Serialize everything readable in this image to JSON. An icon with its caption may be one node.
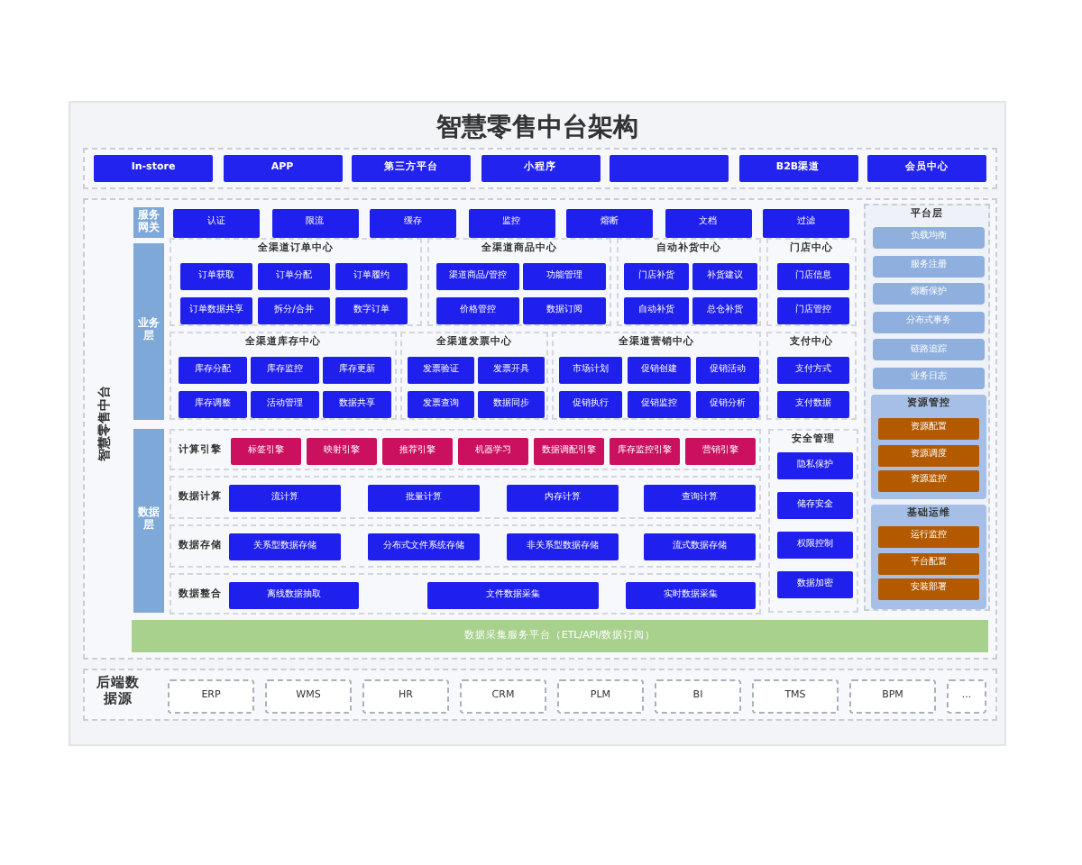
{
  "diagram": {
    "title": "智慧零售中台架构",
    "nodes": [
      {
        "text": [
          "In-store"
        ]
      },
      {
        "text": [
          "APP"
        ]
      },
      {
        "text": [
          "第三方平台"
        ]
      },
      {
        "text": [
          "小程序"
        ]
      },
      {
        "text": [],
        "shape": "box"
      },
      {
        "text": [
          "B2B渠道"
        ]
      },
      {
        "text": [
          "会员中心"
        ]
      },
      {
        "text": [
          "智慧零售中台"
        ]
      },
      {
        "text": [
          "服务网关"
        ],
        "in": 7
      },
      {
        "text": [
          "认证"
        ],
        "in": 7
      },
      {
        "text": [
          "限流"
        ],
        "in": 7
      },
      {
        "text": [
          "缓存"
        ],
        "in": 7
      },
      {
        "text": [
          "监控"
        ],
        "in": 7
      },
      {
        "text": [
          "熔断"
        ],
        "in": 7
      },
      {
        "text": [
          "文档"
        ],
        "in": 7
      },
      {
        "text": [
          "过滤"
        ],
        "in": 7
      },
      {
        "text": [
          "业务层"
        ],
        "in": 7
      },
      {
        "text": [
          "全渠道订单中心"
        ],
        "in": 7
      },
      {
        "text": [
          "订单获取"
        ],
        "in": 17
      },
      {
        "text": [
          "订单分配"
        ],
        "in": 17
      },
      {
        "text": [
          "订单履约"
        ],
        "in": 17
      },
      {
        "text": [
          "订单数据共享"
        ],
        "in": 17
      },
      {
        "text": [
          "拆分/合并"
        ],
        "in": 17
      },
      {
        "text": [
          "数字订单"
        ],
        "in": 17
      },
      {
        "text": [
          "全渠道商品中心"
        ],
        "in": 7
      },
      {
        "text": [
          "渠道商品/管控"
        ],
        "in": 24
      },
      {
        "text": [
          "功能管理"
        ],
        "in": 24
      },
      {
        "text": [
          "价格管控"
        ],
        "in": 24
      },
      {
        "text": [
          "数据订阅"
        ],
        "in": 24
      },
      {
        "text": [
          "自动补货中心"
        ],
        "in": 7
      },
      {
        "text": [
          "门店补货"
        ],
        "in": 29
      },
      {
        "text": [
          "补货建议"
        ],
        "in": 29
      },
      {
        "text": [
          "自动补货"
        ],
        "in": 29
      },
      {
        "text": [
          "总仓补货"
        ],
        "in": 29
      },
      {
        "text": [
          "门店中心"
        ],
        "in": 7
      },
      {
        "text": [
          "门店信息"
        ],
        "in": 34
      },
      {
        "text": [
          "门店管控"
        ],
        "in": 34
      },
      {
        "text": [
          "全渠道库存中心"
        ],
        "in": 7
      },
      {
        "text": [
          "库存分配"
        ],
        "in": 37
      },
      {
        "text": [
          "库存监控"
        ],
        "in": 37
      },
      {
        "text": [
          "库存更新"
        ],
        "in": 37
      },
      {
        "text": [
          "库存调整"
        ],
        "in": 37
      },
      {
        "text": [
          "活动管理"
        ],
        "in": 37
      },
      {
        "text": [
          "数据共享"
        ],
        "in": 37
      },
      {
        "text": [
          "全渠道发票中心"
        ],
        "in": 7
      },
      {
        "text": [
          "发票验证"
        ],
        "in": 44
      },
      {
        "text": [
          "发票开具"
        ],
        "in": 44
      },
      {
        "text": [
          "发票查询"
        ],
        "in": 44
      },
      {
        "text": [
          "数据同步"
        ],
        "in": 44
      },
      {
        "text": [
          "全渠道营销中心"
        ],
        "in": 7
      },
      {
        "text": [
          "市场计划"
        ],
        "in": 49
      },
      {
        "text": [
          "促销创建"
        ],
        "in": 49
      },
      {
        "text": [
          "促销活动"
        ],
        "in": 49
      },
      {
        "text": [
          "促销执行"
        ],
        "in": 49
      },
      {
        "text": [
          "促销监控"
        ],
        "in": 49
      },
      {
        "text": [
          "促销分析"
        ],
        "in": 49
      },
      {
        "text": [
          "支付中心"
        ],
        "in": 7
      },
      {
        "text": [
          "支付方式"
        ],
        "in": 56
      },
      {
        "text": [
          "支付数据"
        ],
        "in": 56
      },
      {
        "text": [
          "平台层"
        ],
        "in": 7
      },
      {
        "text": [
          "负载均衡"
        ],
        "in": 59
      },
      {
        "text": [
          "服务注册"
        ],
        "in": 59
      },
      {
        "text": [
          "熔断保护"
        ],
        "in": 59
      },
      {
        "text": [
          "分布式事务"
        ],
        "in": 59
      },
      {
        "text": [
          "链路追踪"
        ],
        "in": 59
      },
      {
        "text": [
          "业务日志"
        ],
        "in": 59
      },
      {
        "text": [
          "资源管控"
        ],
        "in": 59
      },
      {
        "text": [
          "资源配置"
        ],
        "in": 66
      },
      {
        "text": [
          "资源调度"
        ],
        "in": 66
      },
      {
        "text": [
          "资源监控"
        ],
        "in": 66
      },
      {
        "text": [
          "基础运维"
        ],
        "in": 59
      },
      {
        "text": [
          "运行监控"
        ],
        "in": 70
      },
      {
        "text": [
          "平台配置"
        ],
        "in": 70
      },
      {
        "text": [
          "安装部署"
        ],
        "in": 70
      },
      {
        "text": [
          "数据层"
        ],
        "in": 7
      },
      {
        "text": [
          "计算引擎"
        ],
        "in": 7
      },
      {
        "text": [
          "标签引擎"
        ],
        "in": 75
      },
      {
        "text": [
          "映射引擎"
        ],
        "in": 75
      },
      {
        "text": [
          "推荐引擎"
        ],
        "in": 75
      },
      {
        "text": [
          "机器学习"
        ],
        "in": 75
      },
      {
        "text": [
          "数据调配引擎"
        ],
        "in": 75
      },
      {
        "text": [
          "库存监控引擎"
        ],
        "in": 75
      },
      {
        "text": [
          "营销引擎"
        ],
        "in": 75
      },
      {
        "text": [
          "数据计算"
        ],
        "in": 7
      },
      {
        "text": [
          "流计算"
        ],
        "in": 83
      },
      {
        "text": [
          "批量计算"
        ],
        "in": 83
      },
      {
        "text": [
          "内存计算"
        ],
        "in": 83
      },
      {
        "text": [
          "查询计算"
        ],
        "in": 83
      },
      {
        "text": [
          "数据存储"
        ],
        "in": 7
      },
      {
        "text": [
          "关系型数据存储"
        ],
        "in": 88
      },
      {
        "text": [
          "分布式文件系统存储"
        ],
        "in": 88
      },
      {
        "text": [
          "非关系型数据存储"
        ],
        "in": 88
      },
      {
        "text": [
          "流式数据存储"
        ],
        "in": 88
      },
      {
        "text": [
          "数据整合"
        ],
        "in": 7
      },
      {
        "text": [
          "离线数据抽取"
        ],
        "in": 93
      },
      {
        "text": [
          "文件数据采集"
        ],
        "in": 93
      },
      {
        "text": [
          "实时数据采集"
        ],
        "in": 93
      },
      {
        "text": [
          "安全管理"
        ],
        "in": 7
      },
      {
        "text": [
          "隐私保护"
        ],
        "in": 97
      },
      {
        "text": [
          "储存安全"
        ],
        "in": 97
      },
      {
        "text": [
          "权限控制"
        ],
        "in": 97
      },
      {
        "text": [
          "数据加密"
        ],
        "in": 97
      },
      {
        "text": [
          "数据采集服务平台（ETL/API/数据订阅）"
        ],
        "in": 7
      },
      {
        "text": [
          "后端数据源"
        ]
      },
      {
        "text": [
          "ERP"
        ],
        "in": 103
      },
      {
        "text": [
          "WMS"
        ],
        "in": 103
      },
      {
        "text": [
          "HR"
        ],
        "in": 103
      },
      {
        "text": [
          "CRM"
        ],
        "in": 103
      },
      {
        "text": [
          "PLM"
        ],
        "in": 103
      },
      {
        "text": [
          "BI"
        ],
        "in": 103
      },
      {
        "text": [
          "TMS"
        ],
        "in": 103
      },
      {
        "text": [
          "BPM"
        ],
        "in": 103
      },
      {
        "text": [
          "..."
        ],
        "in": 103
      }
    ]
  }
}
